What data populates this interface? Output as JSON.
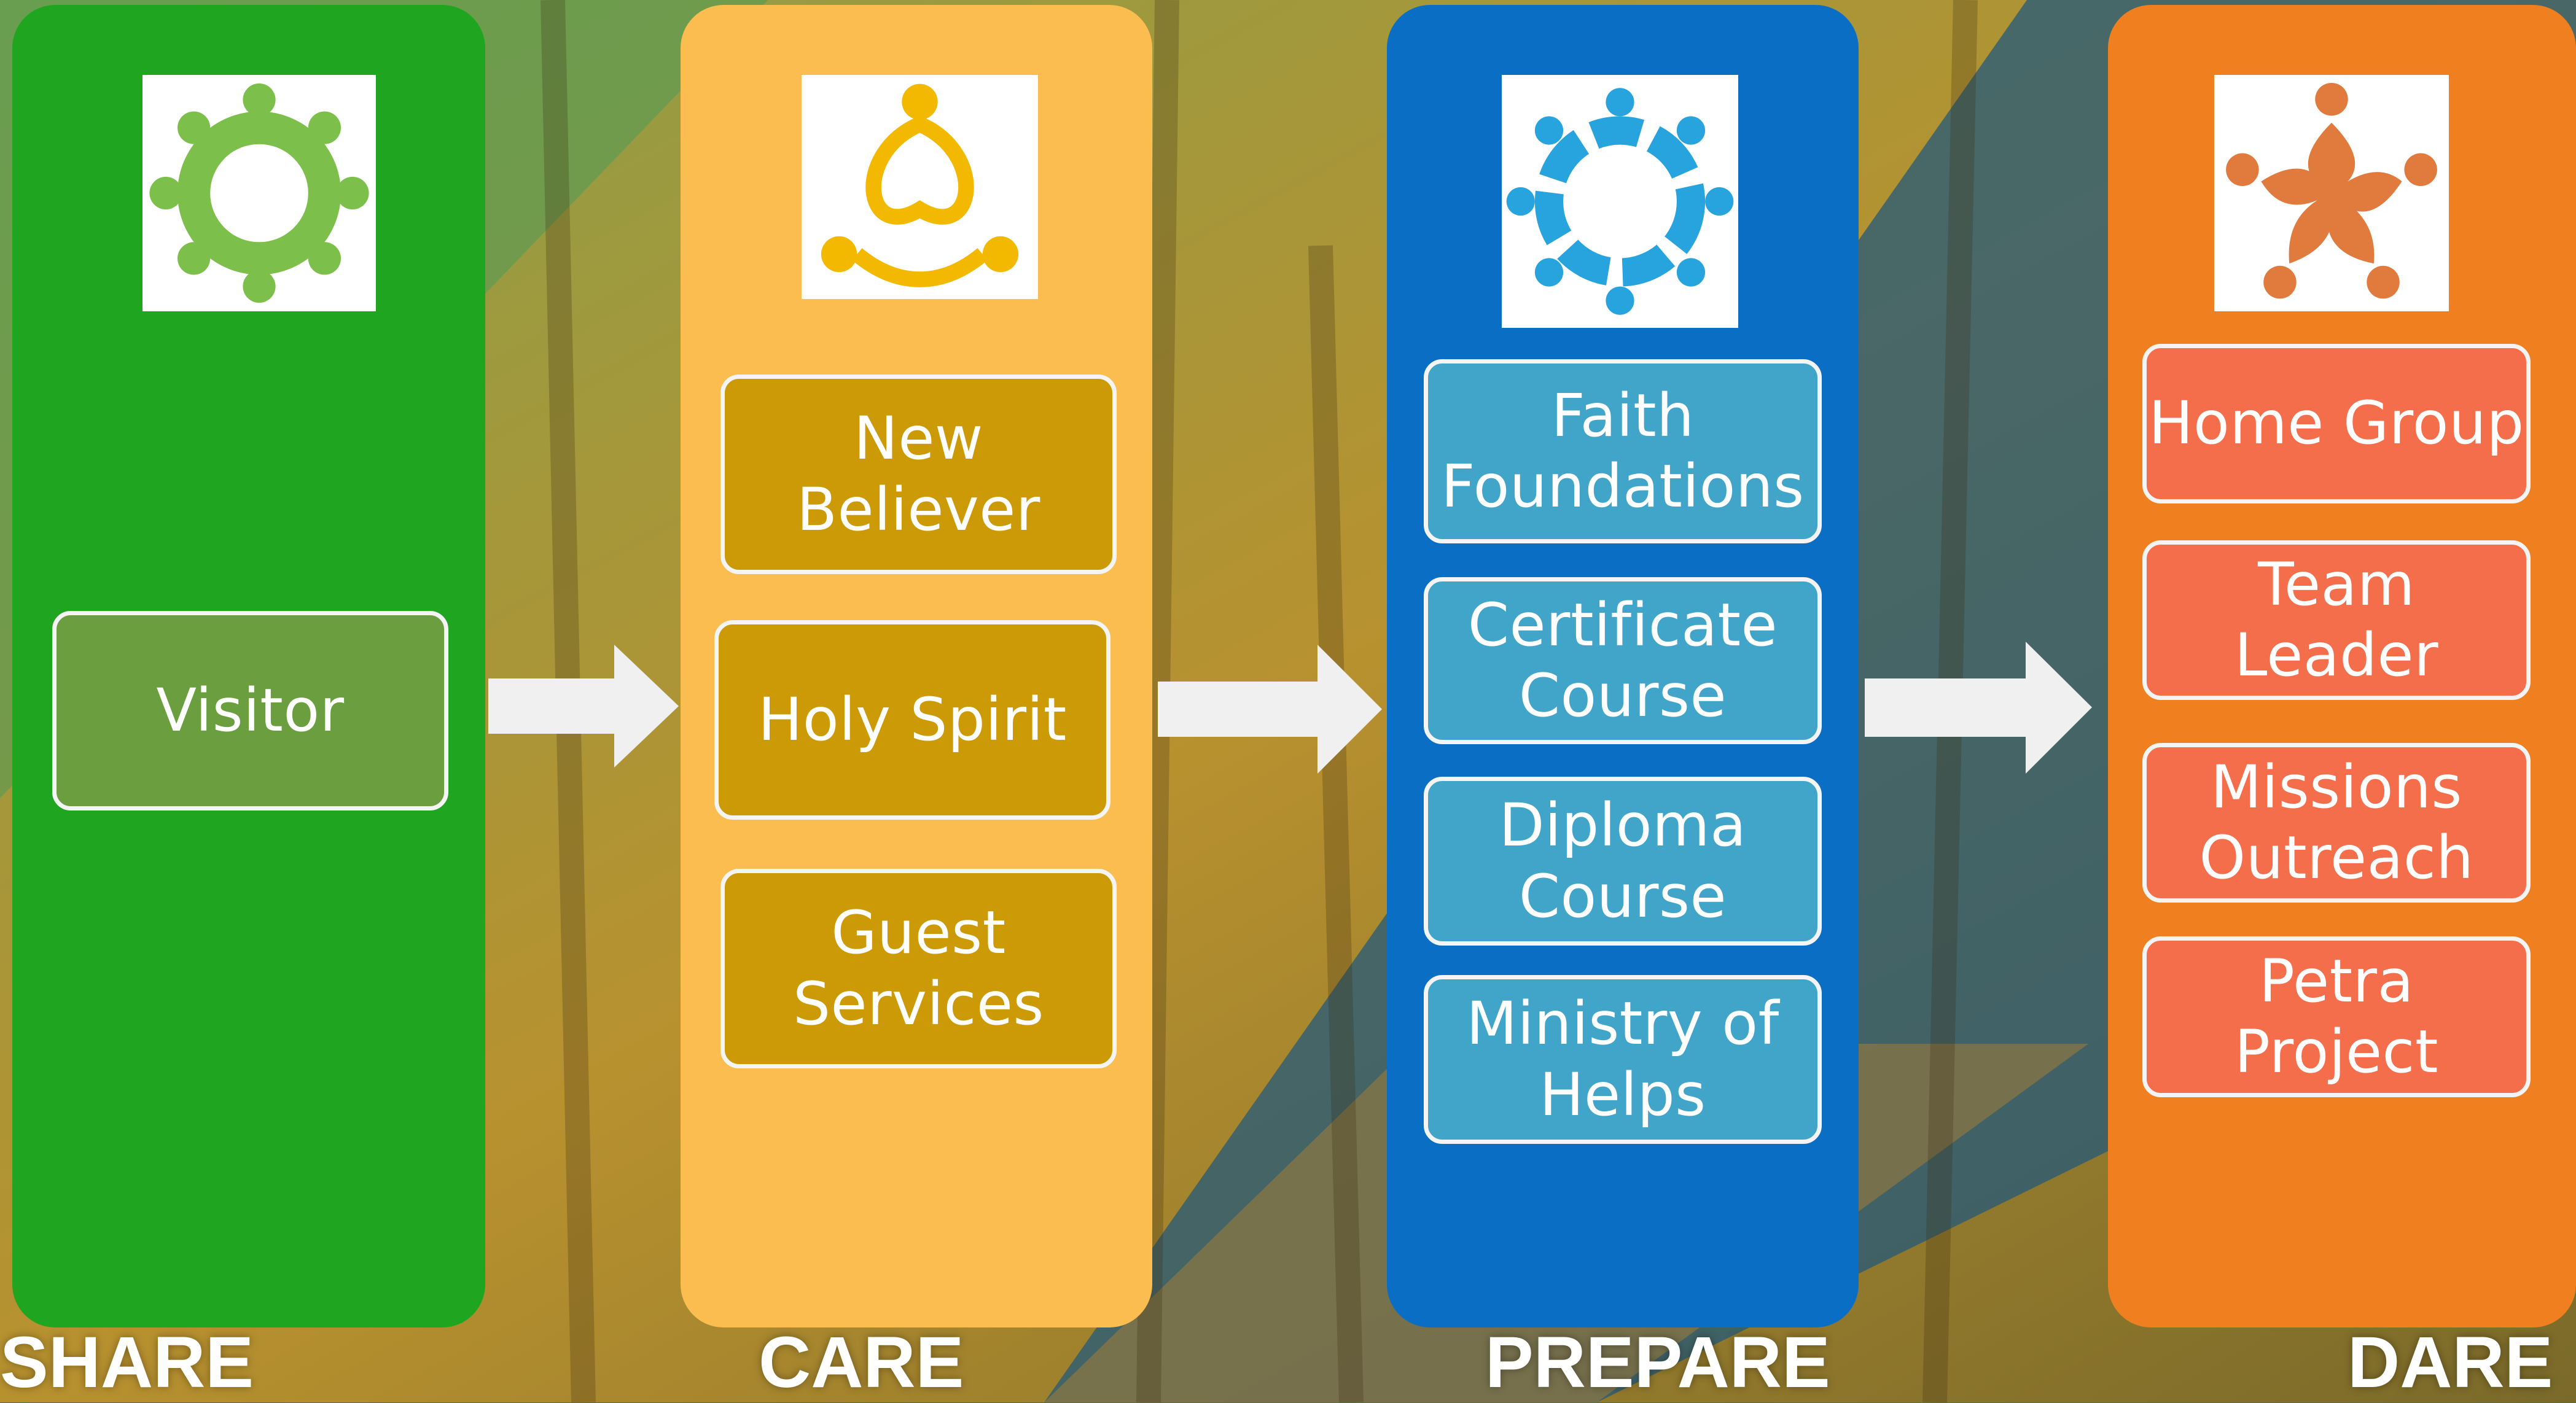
{
  "stages": [
    {
      "label": "SHARE",
      "color": "#1fa51f",
      "logo": "people-circle-icon-green",
      "items": [
        "Visitor"
      ]
    },
    {
      "label": "CARE",
      "color": "#fbbd50",
      "logo": "people-knot-icon-gold",
      "items": [
        "New Believer",
        "Holy Spirit",
        "Guest\nServices"
      ]
    },
    {
      "label": "PREPARE",
      "color": "#0a6fc4",
      "logo": "people-ring-icon-blue",
      "items": [
        "Faith\nFoundations",
        "Certificate\nCourse",
        "Diploma\nCourse",
        "Ministry of\nHelps"
      ]
    },
    {
      "label": "DARE",
      "color": "#f0801f",
      "logo": "people-swirl-icon-orange",
      "items": [
        "Home Group",
        "Team Leader",
        "Missions\nOutreach",
        "Petra\nProject"
      ]
    }
  ],
  "colors": {
    "share_box": "#6a9e3f",
    "care_box": "#cc9a06",
    "prepare_box": "#40a5c9",
    "dare_box": "#f56e4b",
    "arrow": "#f0f0f0"
  }
}
